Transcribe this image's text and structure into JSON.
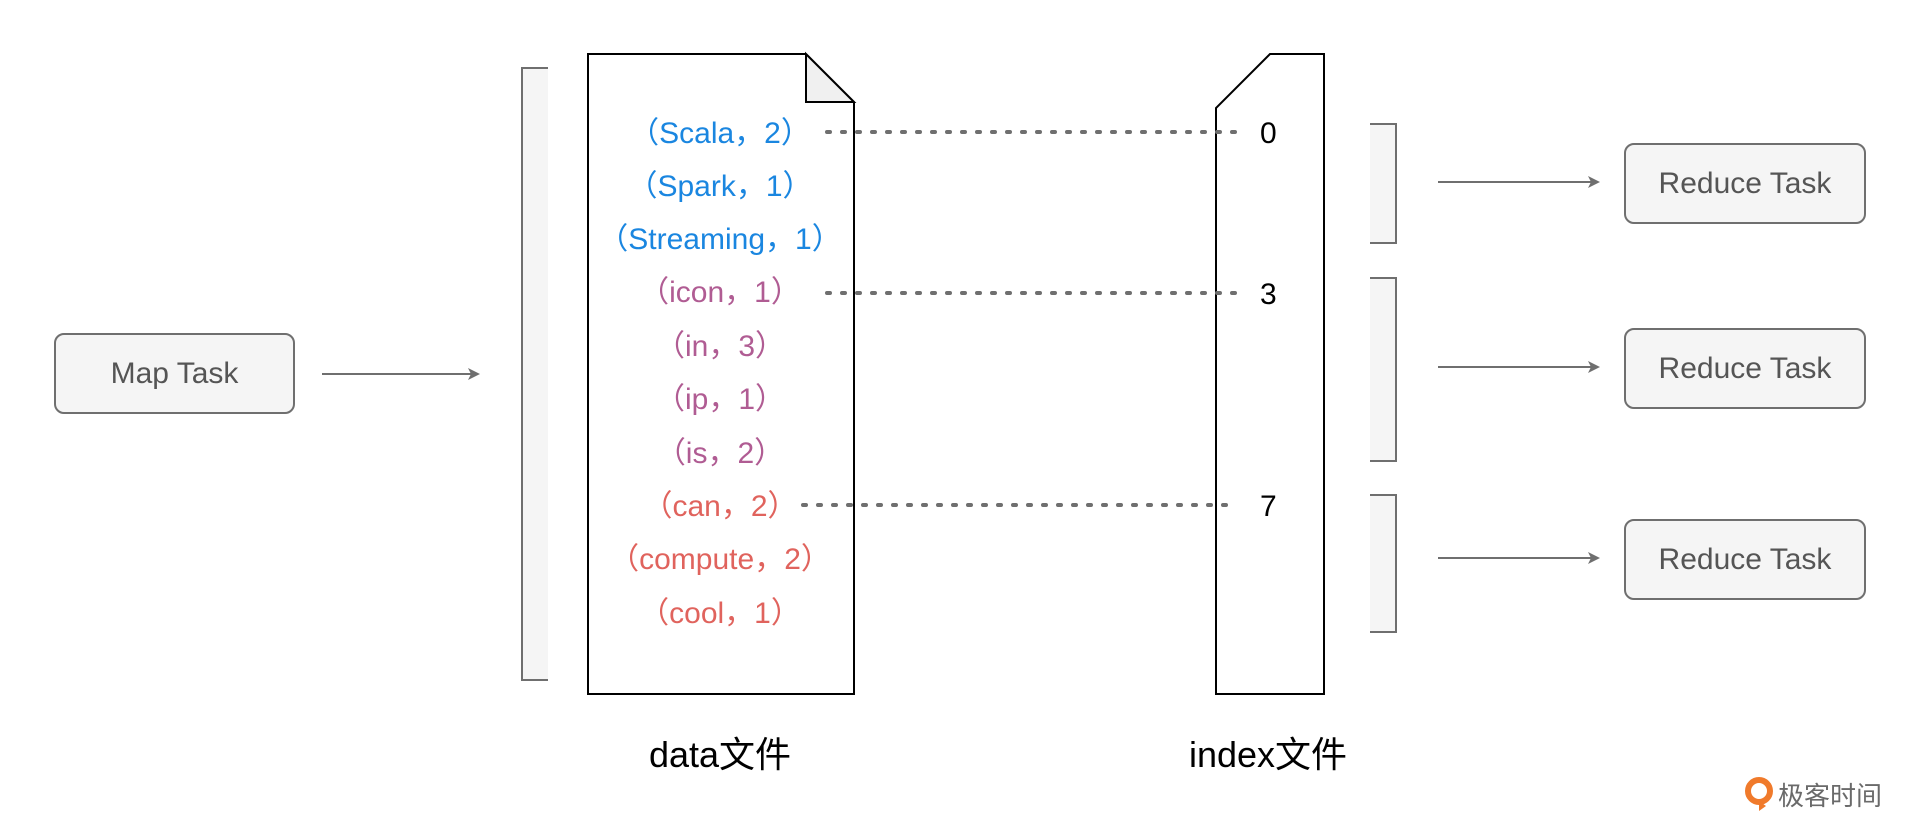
{
  "map_task": {
    "label": "Map Task"
  },
  "data_file": {
    "caption": "data文件",
    "entries": [
      {
        "text": "（Scala，2）",
        "color": "#1a86e0"
      },
      {
        "text": "（Spark，1）",
        "color": "#1a86e0"
      },
      {
        "text": "（Streaming，1）",
        "color": "#1a86e0"
      },
      {
        "text": "（icon，1）",
        "color": "#b05c93"
      },
      {
        "text": "（in，3）",
        "color": "#b05c93"
      },
      {
        "text": "（ip，1）",
        "color": "#b05c93"
      },
      {
        "text": "（is，2）",
        "color": "#b05c93"
      },
      {
        "text": "（can，2）",
        "color": "#e0635d"
      },
      {
        "text": "（compute，2）",
        "color": "#e0635d"
      },
      {
        "text": "（cool，1）",
        "color": "#e0635d"
      }
    ]
  },
  "index_file": {
    "caption": "index文件",
    "offsets": [
      "0",
      "3",
      "7"
    ]
  },
  "reduce_tasks": [
    {
      "label": "Reduce Task"
    },
    {
      "label": "Reduce Task"
    },
    {
      "label": "Reduce Task"
    }
  ],
  "watermark": {
    "text": "极客时间",
    "icon_color": "#f07a2b"
  }
}
